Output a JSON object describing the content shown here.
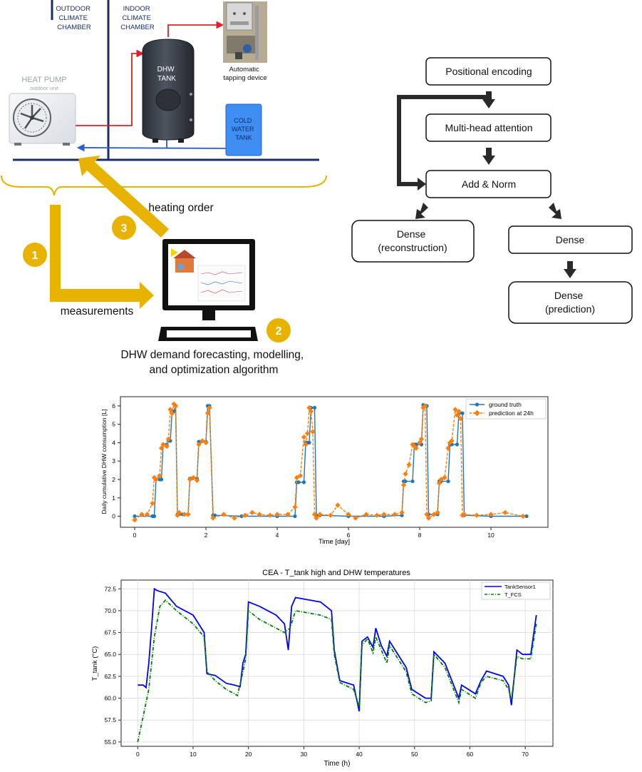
{
  "system": {
    "outdoor_label": [
      "OUTDOOR",
      "CLIMATE",
      "CHAMBER"
    ],
    "indoor_label": [
      "INDOOR",
      "CLIMATE",
      "CHAMBER"
    ],
    "heat_pump": "HEAT PUMP",
    "heat_pump_sub": "outdoor unit",
    "dhw_tank": [
      "DHW",
      "TANK"
    ],
    "cold_water_tank": [
      "COLD",
      "WATER",
      "TANK"
    ],
    "tapping_device": [
      "Automatic",
      "tapping device"
    ],
    "heating_order": "heating order",
    "measurements": "measurements",
    "algorithm": [
      "DHW demand forecasting, modelling,",
      "and optimization algorithm"
    ],
    "step_1": "1",
    "step_2": "2",
    "step_3": "3",
    "colors": {
      "gold": "#e8b200",
      "navy": "#1a2d6b",
      "red": "#e31e24",
      "blue": "#2a5fd0"
    }
  },
  "architecture": {
    "positional_encoding": "Positional encoding",
    "attention": "Multi-head attention",
    "add_norm": "Add & Norm",
    "dense_reconstruction": [
      "Dense",
      "(reconstruction)"
    ],
    "dense": "Dense",
    "dense_prediction": [
      "Dense",
      "(prediction)"
    ]
  },
  "chart_data": [
    {
      "type": "line",
      "xlabel": "Time [day]",
      "ylabel": "Daily cumulative DHW consumption [L]",
      "xlim": [
        -0.4,
        11.6
      ],
      "ylim": [
        -0.6,
        6.5
      ],
      "xticks": [
        0,
        2,
        4,
        6,
        8,
        10
      ],
      "yticks": [
        0,
        1,
        2,
        3,
        4,
        5,
        6
      ],
      "legend_position": "top-right",
      "series": [
        {
          "name": "ground truth",
          "color": "#1f77b4",
          "x": [
            0,
            0.5,
            0.55,
            0.6,
            0.7,
            0.75,
            0.8,
            0.9,
            0.95,
            1.0,
            1.05,
            1.1,
            1.15,
            1.2,
            1.25,
            1.35,
            1.5,
            1.55,
            1.6,
            1.75,
            1.8,
            1.85,
            2.0,
            2.05,
            2.1,
            2.2,
            2.25,
            3.0,
            4.0,
            4.5,
            4.55,
            4.6,
            4.75,
            4.8,
            4.85,
            4.9,
            4.95,
            5.05,
            5.1,
            5.2,
            6.0,
            7.0,
            7.5,
            7.55,
            7.6,
            7.8,
            7.85,
            7.9,
            8.05,
            8.1,
            8.2,
            8.25,
            8.4,
            8.5,
            8.55,
            8.6,
            8.8,
            8.85,
            8.9,
            9.05,
            9.1,
            9.2,
            9.25,
            10.0,
            11.0
          ],
          "y": [
            0,
            0,
            0,
            2.0,
            2.0,
            2.0,
            3.9,
            3.9,
            4.1,
            4.1,
            5.7,
            5.7,
            6.0,
            0.1,
            0.1,
            0.1,
            0.1,
            2.05,
            2.05,
            2.05,
            4.05,
            4.05,
            4.05,
            6.0,
            6.0,
            0.05,
            0.05,
            0,
            0,
            0,
            1.85,
            1.85,
            1.85,
            4.0,
            4.0,
            4.0,
            5.9,
            5.9,
            0.05,
            0.05,
            0,
            0,
            0.05,
            1.9,
            1.9,
            1.9,
            3.9,
            3.9,
            3.9,
            6.05,
            6.0,
            0.1,
            0.1,
            0.1,
            1.9,
            1.9,
            1.9,
            3.9,
            3.9,
            3.9,
            5.6,
            5.6,
            0.05,
            0,
            0
          ]
        },
        {
          "name": "prediction at 24h",
          "color": "#ff7f0e",
          "x": [
            0,
            0.2,
            0.35,
            0.5,
            0.55,
            0.6,
            0.7,
            0.75,
            0.8,
            0.9,
            0.95,
            1.0,
            1.05,
            1.1,
            1.15,
            1.2,
            1.25,
            1.4,
            1.5,
            1.55,
            1.65,
            1.75,
            1.8,
            1.9,
            2.0,
            2.05,
            2.1,
            2.2,
            2.5,
            2.8,
            3.1,
            3.3,
            3.5,
            3.8,
            4.0,
            4.3,
            4.5,
            4.55,
            4.65,
            4.75,
            4.8,
            4.85,
            4.9,
            4.95,
            5.0,
            5.05,
            5.1,
            5.2,
            5.5,
            5.7,
            6.0,
            6.2,
            6.5,
            6.8,
            7.0,
            7.3,
            7.5,
            7.55,
            7.6,
            7.7,
            7.8,
            7.85,
            7.9,
            8.0,
            8.05,
            8.1,
            8.15,
            8.2,
            8.25,
            8.4,
            8.5,
            8.55,
            8.6,
            8.7,
            8.8,
            8.85,
            8.9,
            9.0,
            9.05,
            9.1,
            9.15,
            9.2,
            9.25,
            9.6,
            10.0,
            10.4,
            10.9
          ],
          "y": [
            -0.2,
            0.1,
            0.1,
            0.7,
            2.1,
            2.0,
            2.2,
            3.7,
            3.9,
            3.8,
            4.2,
            5.8,
            5.6,
            6.1,
            6.0,
            0.05,
            0.2,
            0.1,
            0.1,
            2.0,
            2.1,
            1.95,
            3.9,
            4.1,
            4.0,
            5.6,
            5.9,
            -0.1,
            0.1,
            -0.1,
            0.05,
            0.2,
            0.1,
            0.05,
            0.1,
            0.1,
            0.5,
            2.1,
            2.2,
            4.3,
            3.9,
            4.5,
            5.9,
            5.7,
            4.6,
            0.1,
            -0.1,
            0.1,
            0.05,
            0.6,
            0.1,
            -0.1,
            0.1,
            0.05,
            0.1,
            0.1,
            0.2,
            1.7,
            2.3,
            2.8,
            3.9,
            3.8,
            3.7,
            4.0,
            4.2,
            5.9,
            6.0,
            0.1,
            -0.1,
            0.1,
            0.2,
            1.8,
            2.0,
            2.1,
            3.7,
            4.0,
            4.1,
            5.8,
            5.5,
            5.7,
            5.3,
            0.05,
            0.1,
            0.05,
            0.1,
            0.2,
            0.0
          ]
        }
      ]
    },
    {
      "type": "line",
      "title": "CEA - T_tank high and DHW temperatures",
      "xlabel": "Time (h)",
      "ylabel": "T_tank (°C)",
      "xlim": [
        -3,
        75
      ],
      "ylim": [
        54.5,
        73.5
      ],
      "xticks": [
        0,
        10,
        20,
        30,
        40,
        50,
        60,
        70
      ],
      "yticks": [
        55.0,
        57.5,
        60.0,
        62.5,
        65.0,
        67.5,
        70.0,
        72.5
      ],
      "legend_position": "top-right",
      "grid": true,
      "series": [
        {
          "name": "TankSensor1",
          "color": "#0000ff",
          "x": [
            0,
            1,
            1.5,
            2,
            2.5,
            3,
            3.5,
            5,
            7,
            10,
            12,
            12.5,
            14,
            16,
            17.5,
            18.5,
            19,
            19.5,
            20,
            22,
            25,
            26.5,
            27.2,
            27.8,
            28.5,
            33,
            35,
            35.5,
            36.5,
            39,
            40,
            40.5,
            41.5,
            42.5,
            43,
            44,
            45,
            45.5,
            46.5,
            48.5,
            49.5,
            52,
            53,
            53.5,
            55.5,
            58,
            58.5,
            61,
            62,
            63,
            66,
            67,
            67.5,
            68.5,
            69.5,
            71,
            72
          ],
          "y": [
            61.5,
            61.5,
            61.2,
            64,
            68,
            72.5,
            72.3,
            72.0,
            70.5,
            69.5,
            67.5,
            62.8,
            62.6,
            61.7,
            61.5,
            61.3,
            64,
            65,
            71.0,
            70.5,
            69.5,
            68.5,
            65.5,
            70.5,
            71.5,
            71.0,
            70.0,
            65.5,
            62.0,
            61.5,
            58.5,
            66.5,
            67.0,
            65.8,
            68.0,
            66.0,
            64.8,
            66.5,
            65.5,
            63.5,
            61.0,
            60.0,
            60.0,
            65.3,
            64.0,
            60.0,
            61.5,
            60.5,
            62.0,
            63.1,
            62.5,
            61.5,
            59.2,
            65.5,
            65.0,
            65.0,
            69.5
          ]
        },
        {
          "name": "T_FCS",
          "color": "#008000",
          "x": [
            0,
            1,
            2,
            3,
            4,
            5,
            7,
            10,
            12,
            12.5,
            14,
            16,
            17.5,
            18,
            19,
            19.5,
            20,
            22,
            25,
            26.5,
            27.5,
            28.5,
            33,
            35,
            35.5,
            36.5,
            39,
            40,
            40.5,
            41.5,
            42.5,
            43,
            44,
            45,
            45.5,
            46.5,
            48.5,
            49.5,
            52,
            53,
            53.5,
            55.5,
            58,
            58.5,
            61,
            62,
            63,
            66,
            67,
            67.5,
            68.5,
            69.5,
            71,
            72
          ],
          "y": [
            55.0,
            58.0,
            61.0,
            67.0,
            70.5,
            71.2,
            70.0,
            68.5,
            67.0,
            63.0,
            62.0,
            61.0,
            60.5,
            60.3,
            63,
            64.5,
            70.0,
            69.0,
            68.0,
            67.5,
            68.0,
            70.0,
            69.5,
            69.0,
            65.0,
            61.8,
            61.0,
            59.0,
            66.0,
            66.8,
            65.2,
            67.0,
            65.5,
            64.0,
            66.0,
            65.0,
            63.0,
            60.5,
            59.5,
            59.7,
            65.0,
            63.5,
            59.5,
            61.0,
            60.0,
            61.8,
            62.5,
            62.0,
            61.0,
            59.8,
            64.8,
            64.5,
            64.5,
            68.5
          ]
        }
      ]
    }
  ]
}
